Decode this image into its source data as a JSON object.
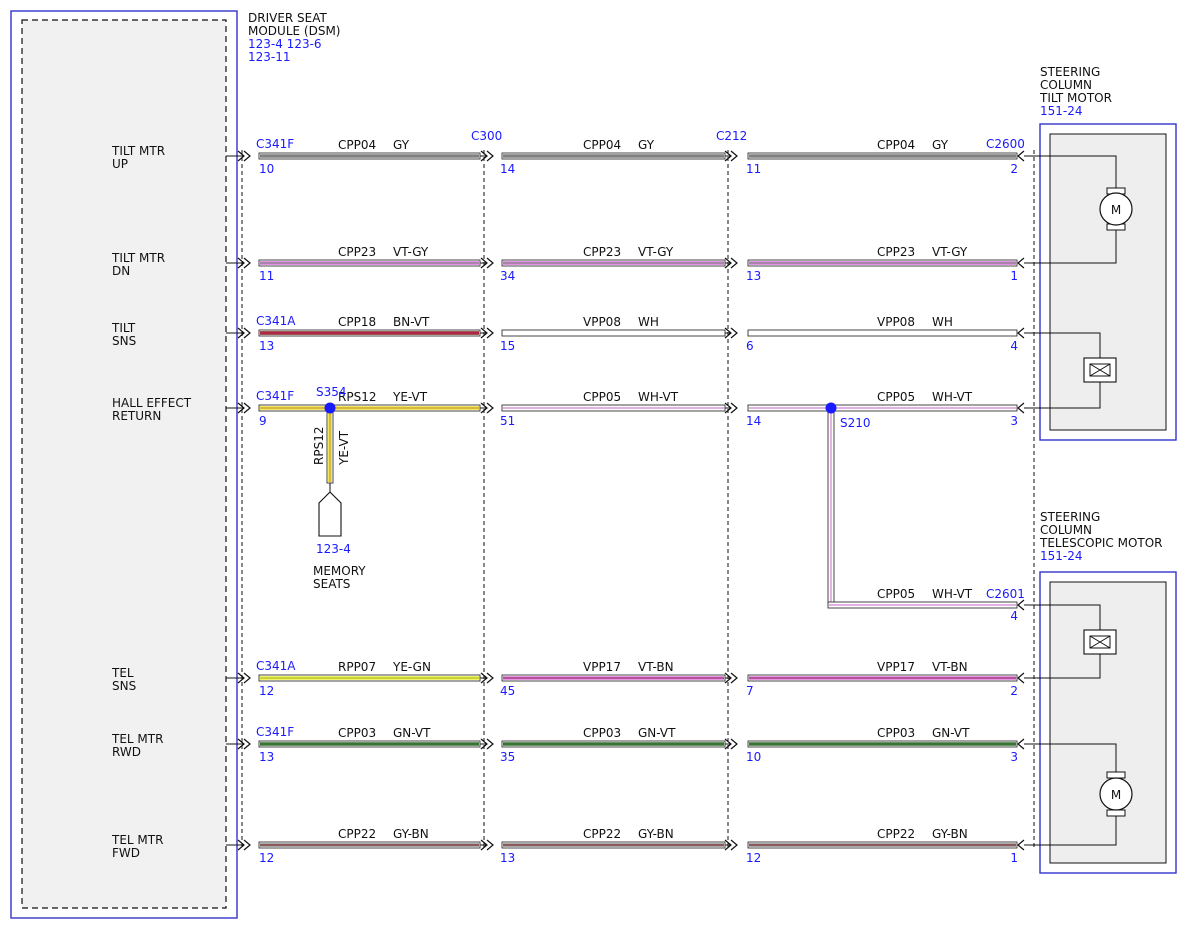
{
  "components": {
    "dsm": {
      "name_lines": [
        "DRIVER SEAT",
        "MODULE (DSM)"
      ],
      "refs": [
        "123-4  123-6",
        "123-11"
      ]
    },
    "tilt_motor": {
      "name_lines": [
        "STEERING",
        "COLUMN",
        "TILT MOTOR"
      ],
      "ref": "151-24"
    },
    "tele_motor": {
      "name_lines": [
        "STEERING",
        "COLUMN",
        "TELESCOPIC MOTOR"
      ],
      "ref": "151-24"
    },
    "memory_seats": {
      "ref": "123-4",
      "name_lines": [
        "MEMORY",
        "SEATS"
      ]
    },
    "motor_glyph": "M"
  },
  "pin_labels": [
    [
      "TILT MTR",
      "UP"
    ],
    [
      "TILT MTR",
      "DN"
    ],
    [
      "TILT",
      "SNS"
    ],
    [
      "HALL EFFECT",
      "RETURN"
    ],
    [
      "TEL",
      "SNS"
    ],
    [
      "TEL MTR",
      "RWD"
    ],
    [
      "TEL MTR",
      "FWD"
    ]
  ],
  "connectors": {
    "C300": "C300",
    "C212": "C212",
    "C2600": "C2600",
    "C2601": "C2601"
  },
  "rows": [
    {
      "dsm_conn": "C341F",
      "pins": [
        "10",
        "14",
        "11",
        "2"
      ],
      "segments": [
        {
          "circuit": "CPP04",
          "color_code": "GY",
          "colors": [
            "#808080"
          ]
        },
        {
          "circuit": "CPP04",
          "color_code": "GY",
          "colors": [
            "#808080"
          ]
        },
        {
          "circuit": "CPP04",
          "color_code": "GY",
          "colors": [
            "#808080"
          ]
        }
      ]
    },
    {
      "dsm_conn": "",
      "pins": [
        "11",
        "34",
        "13",
        "1"
      ],
      "segments": [
        {
          "circuit": "CPP23",
          "color_code": "VT-GY",
          "colors": [
            "#d86fd8",
            "#909090"
          ]
        },
        {
          "circuit": "CPP23",
          "color_code": "VT-GY",
          "colors": [
            "#d86fd8",
            "#909090"
          ]
        },
        {
          "circuit": "CPP23",
          "color_code": "VT-GY",
          "colors": [
            "#d86fd8",
            "#909090"
          ]
        }
      ]
    },
    {
      "dsm_conn": "C341A",
      "pins": [
        "13",
        "15",
        "6",
        "4"
      ],
      "segments": [
        {
          "circuit": "CPP18",
          "color_code": "BN-VT",
          "colors": [
            "#8a1a1a",
            "#c03060"
          ]
        },
        {
          "circuit": "VPP08",
          "color_code": "WH",
          "colors": [
            "#ffffff"
          ]
        },
        {
          "circuit": "VPP08",
          "color_code": "WH",
          "colors": [
            "#ffffff"
          ]
        }
      ]
    },
    {
      "dsm_conn": "C341F",
      "pins": [
        "9",
        "51",
        "14",
        "3"
      ],
      "segments": [
        {
          "circuit": "RPS12",
          "color_code": "YE-VT",
          "colors": [
            "#f0e030",
            "#c8a040"
          ]
        },
        {
          "circuit": "CPP05",
          "color_code": "WH-VT",
          "colors": [
            "#ffffff",
            "#d080d0"
          ]
        },
        {
          "circuit": "CPP05",
          "color_code": "WH-VT",
          "colors": [
            "#ffffff",
            "#d080d0"
          ]
        }
      ]
    },
    {
      "dsm_conn": "C341A",
      "pins": [
        "12",
        "45",
        "7",
        "2"
      ],
      "segments": [
        {
          "circuit": "RPP07",
          "color_code": "YE-GN",
          "colors": [
            "#f0f030",
            "#b0c040"
          ]
        },
        {
          "circuit": "VPP17",
          "color_code": "VT-BN",
          "colors": [
            "#e070e0",
            "#a04070"
          ]
        },
        {
          "circuit": "VPP17",
          "color_code": "VT-BN",
          "colors": [
            "#e070e0",
            "#a04070"
          ]
        }
      ]
    },
    {
      "dsm_conn": "C341F",
      "pins": [
        "13",
        "35",
        "10",
        "3"
      ],
      "segments": [
        {
          "circuit": "CPP03",
          "color_code": "GN-VT",
          "colors": [
            "#2a7a2a",
            "#4a6a40"
          ]
        },
        {
          "circuit": "CPP03",
          "color_code": "GN-VT",
          "colors": [
            "#2a7a2a",
            "#4a6a40"
          ]
        },
        {
          "circuit": "CPP03",
          "color_code": "GN-VT",
          "colors": [
            "#2a7a2a",
            "#4a6a40"
          ]
        }
      ]
    },
    {
      "dsm_conn": "",
      "pins": [
        "12",
        "13",
        "12",
        "1"
      ],
      "segments": [
        {
          "circuit": "CPP22",
          "color_code": "GY-BN",
          "colors": [
            "#909090",
            "#8a3a3a"
          ]
        },
        {
          "circuit": "CPP22",
          "color_code": "GY-BN",
          "colors": [
            "#909090",
            "#8a3a3a"
          ]
        },
        {
          "circuit": "CPP22",
          "color_code": "GY-BN",
          "colors": [
            "#909090",
            "#8a3a3a"
          ]
        }
      ]
    }
  ],
  "splices": {
    "s354": {
      "name": "S354",
      "branch_circuit": "RPS12",
      "branch_color": "YE-VT"
    },
    "s210": {
      "name": "S210",
      "branch_circuit": "CPP05",
      "branch_color": "WH-VT",
      "pin": "4"
    }
  },
  "colors": {
    "component_outline": "#3333cc",
    "pin_text": "#1a1aff",
    "splice_dot": "#1a1aff"
  }
}
